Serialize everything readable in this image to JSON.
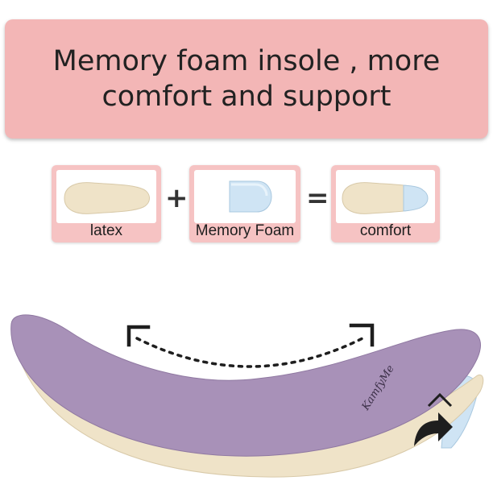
{
  "headline": {
    "line1": "Memory foam insole , more",
    "line2": "comfort and support"
  },
  "components": [
    {
      "label": "latex",
      "icon": "latex-insole-icon"
    },
    {
      "label": "Memory Foam",
      "icon": "memory-foam-pad-icon"
    },
    {
      "label": "comfort",
      "icon": "combined-insole-icon"
    }
  ],
  "operators": {
    "plus": "+",
    "equals": "="
  },
  "brand": "KamfyMe",
  "colors": {
    "banner": "#f3b6b6",
    "card": "#f6c3c3",
    "insole_top": "#a891b8",
    "latex": "#efe3c8",
    "memory_foam": "#cfe4f4"
  }
}
